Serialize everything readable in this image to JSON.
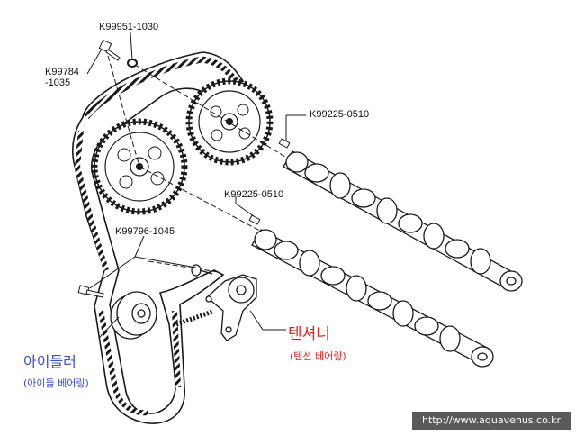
{
  "labels": {
    "bolt_top": "K99951-1030",
    "bolt_left_1": "K99784",
    "bolt_left_2": "-1035",
    "pin_upper": "K99225-0510",
    "pin_lower": "K99225-0510",
    "bolt_idler": "K99796-1045"
  },
  "annotations": {
    "idler_ko": "아이들러",
    "idler_bearing_ko": "(아이들 베어링)",
    "tensioner_ko": "텐셔너",
    "tensioner_bearing_ko": "(텐션 베어링)"
  },
  "footer": {
    "url": "http://www.aquavenus.co.kr"
  },
  "colors": {
    "line": "#1a1a1a",
    "blue_text": "#3a4fd0",
    "red_text": "#e0241c",
    "url_bg": "#5a5a5a"
  }
}
